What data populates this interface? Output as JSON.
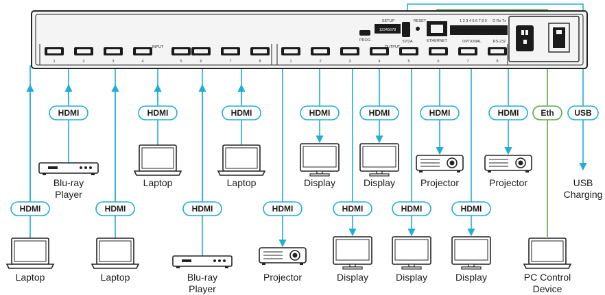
{
  "device": {
    "input_label": "INPUT",
    "output_label": "OUTPUT",
    "input_numbers": [
      "1",
      "2",
      "3",
      "4",
      "5",
      "6",
      "7",
      "8"
    ],
    "output_numbers": [
      "1",
      "2",
      "3",
      "4",
      "5",
      "6",
      "7",
      "8"
    ],
    "setup_label": "SETUP",
    "setup_digits": "12345678",
    "prog_label": "PROG",
    "usb_port_label": "5V/2A",
    "reset_label": "RESET",
    "ethernet_label": "ETHERNET",
    "optional_digits": "1 2 3 4 5 6 7 8 9",
    "g_rx_tx": "G Rx Tx",
    "optional_label": "OPTIONAL",
    "rs232_label": "RS-232"
  },
  "connections": {
    "hdmi": "HDMI",
    "eth": "Eth",
    "usb": "USB"
  },
  "inputs": [
    {
      "label": [
        "Laptop"
      ],
      "row": "bottom",
      "icon": "laptop"
    },
    {
      "label": [
        "Blu-ray",
        "Player"
      ],
      "row": "top",
      "icon": "bluray"
    },
    {
      "label": [
        "Laptop"
      ],
      "row": "bottom",
      "icon": "laptop"
    },
    {
      "label": [
        "Laptop"
      ],
      "row": "top",
      "icon": "laptop"
    },
    {
      "label": [
        "Blu-ray",
        "Player"
      ],
      "row": "bottom",
      "icon": "bluray"
    },
    {
      "label": [
        "Laptop"
      ],
      "row": "top",
      "icon": "laptop"
    }
  ],
  "outputs": [
    {
      "label": [
        "Projector"
      ],
      "row": "bottom",
      "icon": "projector"
    },
    {
      "label": [
        "Display"
      ],
      "row": "top",
      "icon": "display"
    },
    {
      "label": [
        "Display"
      ],
      "row": "bottom",
      "icon": "display"
    },
    {
      "label": [
        "Display"
      ],
      "row": "top",
      "icon": "display"
    },
    {
      "label": [
        "Display"
      ],
      "row": "bottom",
      "icon": "display"
    },
    {
      "label": [
        "Projector"
      ],
      "row": "top",
      "icon": "projector"
    },
    {
      "label": [
        "Display"
      ],
      "row": "bottom",
      "icon": "display"
    },
    {
      "label": [
        "Projector"
      ],
      "row": "top",
      "icon": "projector"
    }
  ],
  "control": {
    "pc_label": [
      "PC Control",
      "Device"
    ],
    "usb_label": [
      "USB",
      "Charging"
    ]
  },
  "colors": {
    "hdmi": "#1eaed6",
    "eth": "#59a845",
    "chassis": "#f4f4f4",
    "outline": "#222222"
  }
}
